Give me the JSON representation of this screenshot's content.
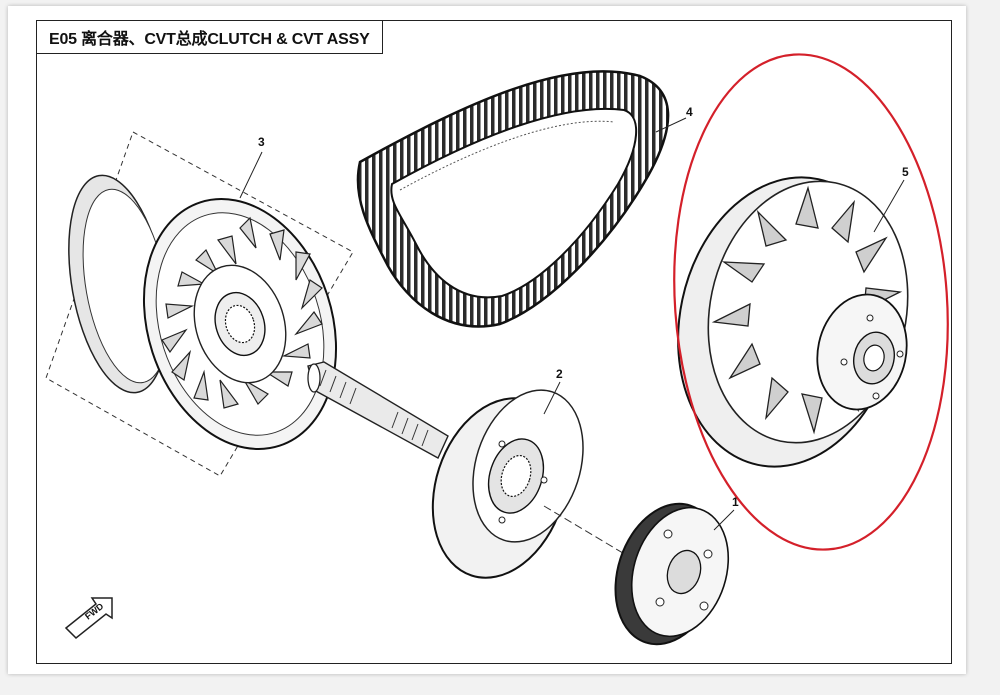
{
  "diagram": {
    "title": "E05 离合器、CVT总成CLUTCH & CVT ASSY",
    "fwd_label": "FWD",
    "highlight_color": "#d4202a",
    "callouts": [
      {
        "number": "1",
        "part": "clutch-drum"
      },
      {
        "number": "2",
        "part": "clutch-housing-shaft"
      },
      {
        "number": "3",
        "part": "drive-pulley"
      },
      {
        "number": "4",
        "part": "drive-belt"
      },
      {
        "number": "5",
        "part": "driven-pulley"
      }
    ]
  }
}
